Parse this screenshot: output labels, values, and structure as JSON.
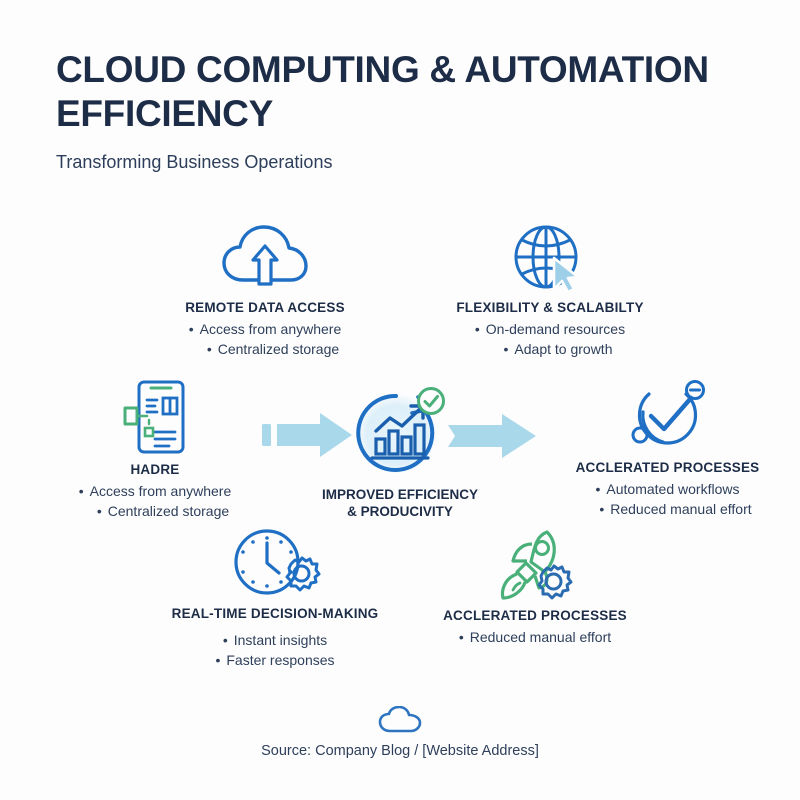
{
  "header": {
    "title": "CLOUD COMPUTING & AUTOMATION EFFICIENCY",
    "subtitle": "Transforming Business Operations"
  },
  "colors": {
    "background": "#fdfdfd",
    "title_navy": "#1d2c47",
    "body_navy": "#2e3f5b",
    "icon_blue": "#1f6fc4",
    "icon_blue_dark": "#1a5fae",
    "icon_green": "#49b07a",
    "arrow_light_blue": "#a9d8ea",
    "cursor_blue": "#9ecfe8",
    "center_glow": "#dff0fa"
  },
  "center": {
    "icon": "bar-chart-growth-icon",
    "badge_icon": "check-circle-icon",
    "title_line1": "IMPROVED EFFICIENCY",
    "title_line2": "& PRODUCIVITY"
  },
  "arrows": {
    "left": "arrow-right-light-icon",
    "right": "arrow-right-light-icon"
  },
  "clusters": [
    {
      "id": "remote-data-access",
      "icon": "cloud-upload-icon",
      "title": "REMOTE DATA ACCESS",
      "bullets": [
        "Access from anywhere",
        "Centralized storage"
      ]
    },
    {
      "id": "flexibility-scalability",
      "icon": "globe-cursor-icon",
      "title": "FLEXIBILITY & SCALABILTY",
      "bullets": [
        "On-demand resources",
        "Adapt to growth"
      ]
    },
    {
      "id": "hadre",
      "icon": "document-tablet-icon",
      "title": "HADRE",
      "bullets": [
        "Access from anywhere",
        "Centralized storage"
      ]
    },
    {
      "id": "accelerated-processes-right",
      "icon": "checkmark-circle-icon",
      "title": "ACCLERATED PROCESSES",
      "bullets": [
        "Automated workflows",
        "Reduced manual effort"
      ]
    },
    {
      "id": "real-time-decision-making",
      "icon": "clock-gear-icon",
      "title": "REAL-TIME DECISION-MAKING",
      "bullets": [
        "Instant insights",
        "Faster responses"
      ]
    },
    {
      "id": "accelerated-processes-bottom",
      "icon": "rocket-gear-icon",
      "title": "ACCLERATED PROCESSES",
      "bullets": [
        "Reduced manual effort"
      ]
    }
  ],
  "footer": {
    "icon": "cloud-icon",
    "text": "Source: Company Blog / [Website Address]"
  }
}
